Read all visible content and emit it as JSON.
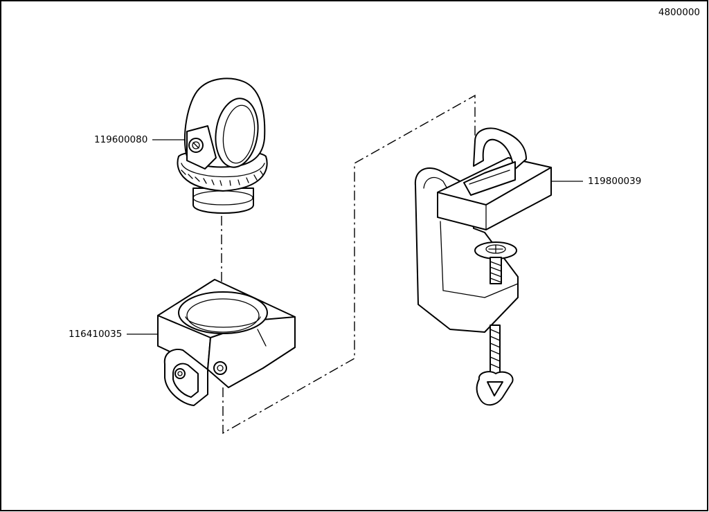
{
  "drawing_number": "4800000",
  "parts": [
    {
      "id": "swivel-head",
      "number": "119600080"
    },
    {
      "id": "bench-clamp",
      "number": "119800039"
    },
    {
      "id": "mount-block",
      "number": "116410035"
    }
  ]
}
